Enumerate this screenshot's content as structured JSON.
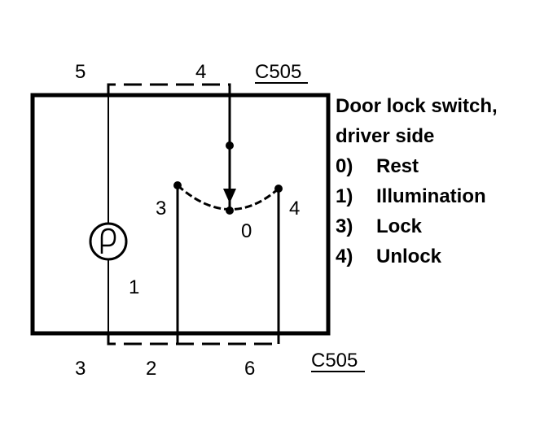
{
  "labels": {
    "top_pin_5": "5",
    "top_pin_4": "4",
    "connector_top": "C505",
    "bottom_pin_3": "3",
    "bottom_pin_2": "2",
    "bottom_pin_6": "6",
    "connector_bottom": "C505",
    "position_3": "3",
    "position_4": "4",
    "position_0": "0",
    "pin_1": "1"
  },
  "legend": {
    "title_line1": "Door lock switch,",
    "title_line2": "driver side",
    "items": [
      {
        "num": "0)",
        "label": "Rest"
      },
      {
        "num": "1)",
        "label": "Illumination"
      },
      {
        "num": "3)",
        "label": "Lock"
      },
      {
        "num": "4)",
        "label": "Unlock"
      }
    ]
  }
}
